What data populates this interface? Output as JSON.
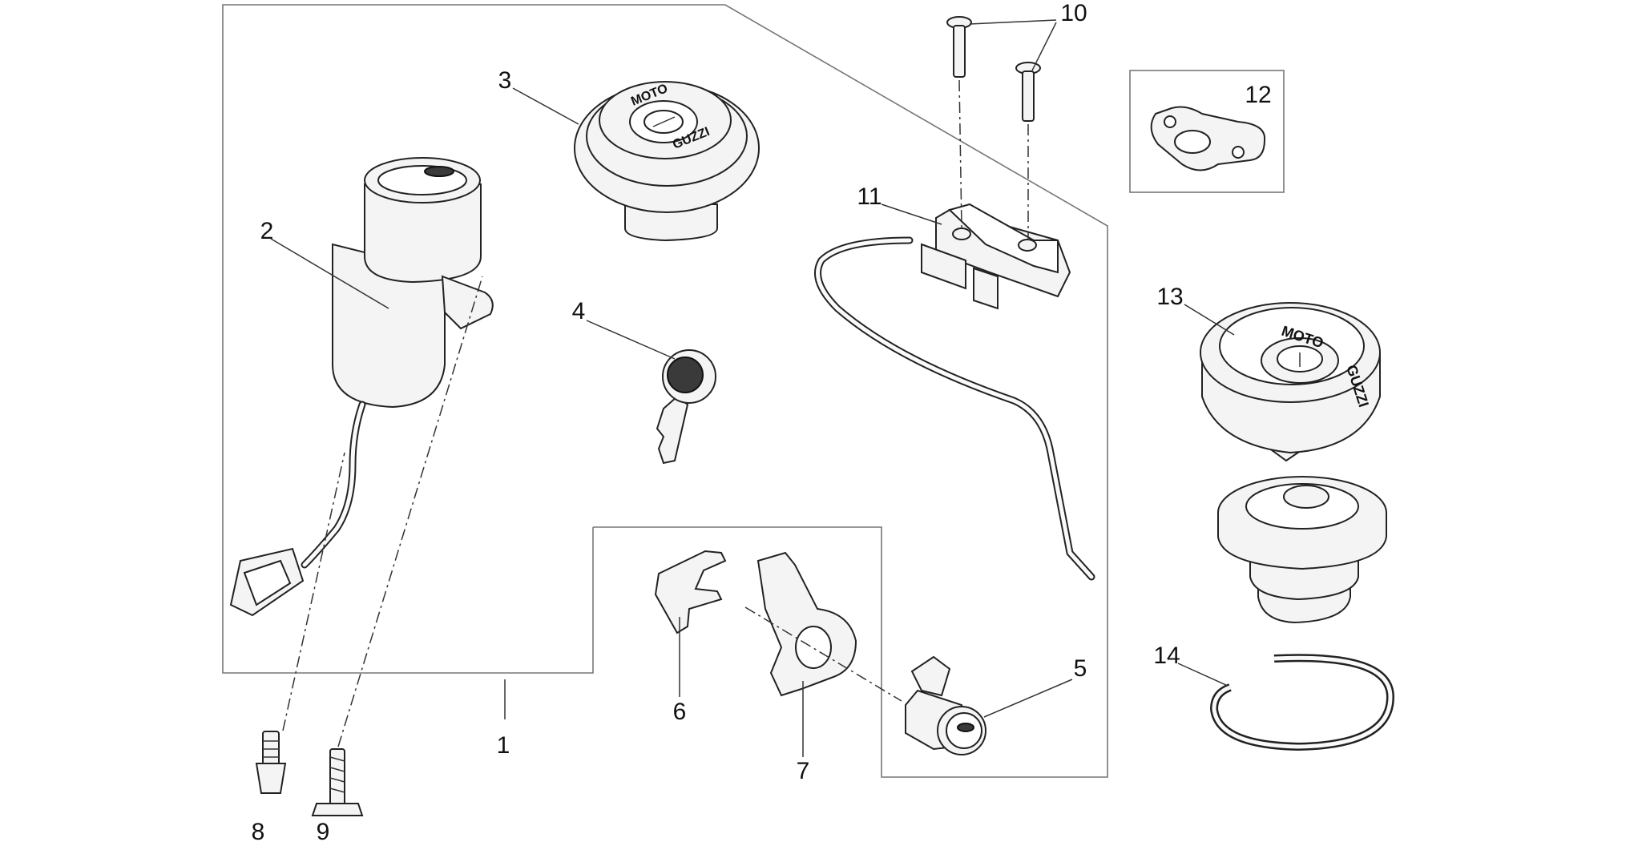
{
  "callouts": [
    {
      "id": "1",
      "text": "1"
    },
    {
      "id": "2",
      "text": "2"
    },
    {
      "id": "3",
      "text": "3"
    },
    {
      "id": "4",
      "text": "4"
    },
    {
      "id": "5",
      "text": "5"
    },
    {
      "id": "6",
      "text": "6"
    },
    {
      "id": "7",
      "text": "7"
    },
    {
      "id": "8",
      "text": "8"
    },
    {
      "id": "9",
      "text": "9"
    },
    {
      "id": "10",
      "text": "10"
    },
    {
      "id": "11",
      "text": "11"
    },
    {
      "id": "12",
      "text": "12"
    },
    {
      "id": "13",
      "text": "13"
    },
    {
      "id": "14",
      "text": "14"
    }
  ],
  "part_markings": {
    "tank_cap_small": [
      "MOTO",
      "GUZZI"
    ],
    "tank_cap_large": [
      "MOTO",
      "GUZZI"
    ]
  }
}
